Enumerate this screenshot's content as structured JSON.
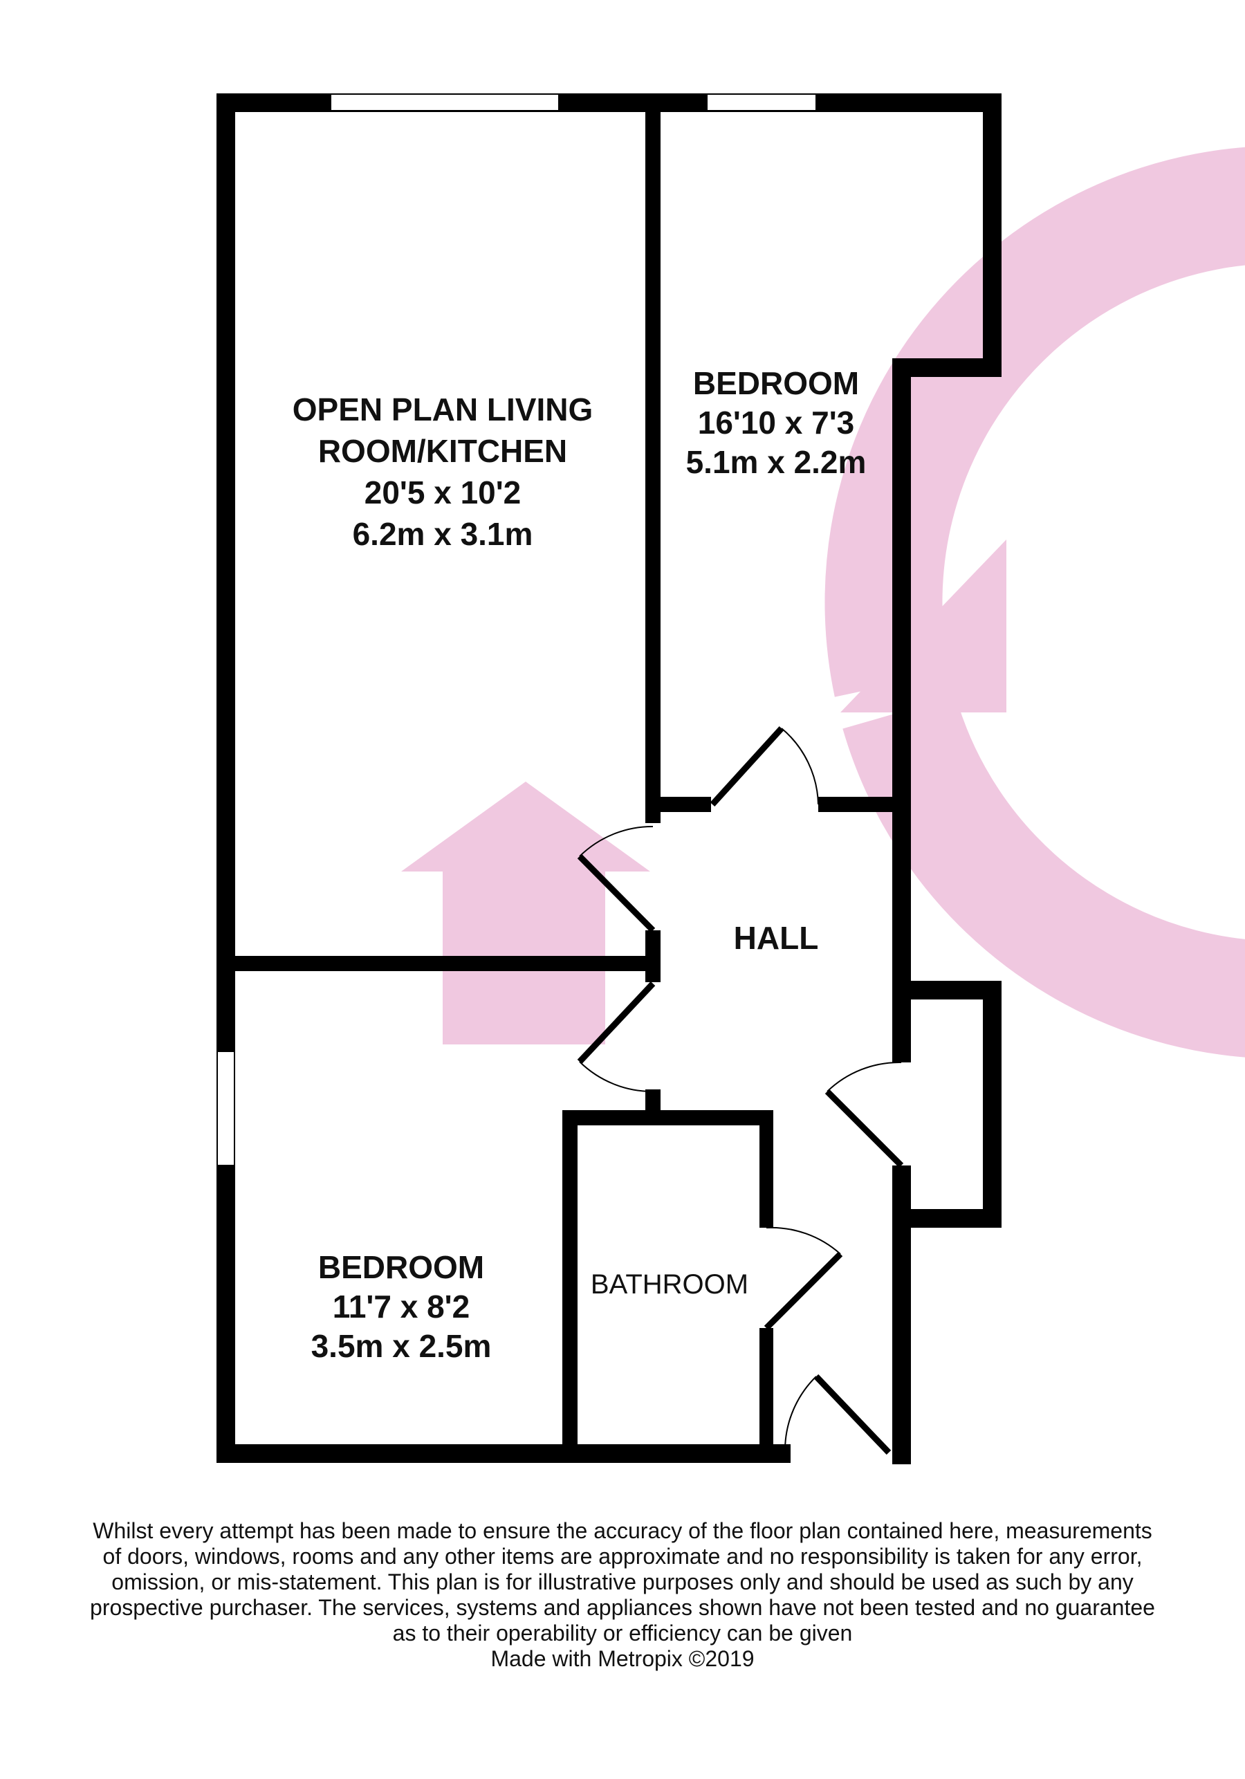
{
  "rooms": {
    "living": {
      "name_line1": "OPEN PLAN LIVING",
      "name_line2": "ROOM/KITCHEN",
      "dims_imperial": "20'5 x 10'2",
      "dims_metric": "6.2m x 3.1m"
    },
    "bedroom_1": {
      "name": "BEDROOM",
      "dims_imperial": "16'10 x 7'3",
      "dims_metric": "5.1m x 2.2m"
    },
    "bedroom_2": {
      "name": "BEDROOM",
      "dims_imperial": "11'7 x 8'2",
      "dims_metric": "3.5m x 2.5m"
    },
    "hall": {
      "name": "HALL"
    },
    "bathroom": {
      "name": "BATHROOM"
    }
  },
  "footer": {
    "disclaimer_lines": [
      "Whilst every attempt has been made to ensure the accuracy of the floor plan contained here, measurements",
      "of doors, windows, rooms and any other items are approximate and no responsibility is taken for any error,",
      "omission, or mis-statement. This plan is for illustrative purposes only and should be used as such by any",
      "prospective purchaser. The services, systems and appliances shown have not been tested and no guarantee",
      "as to their operability or efficiency can be given"
    ],
    "credit": "Made with Metropix ©2019"
  },
  "colors": {
    "wall": "#000000",
    "watermark": "#f0c8e0",
    "background": "#ffffff"
  }
}
